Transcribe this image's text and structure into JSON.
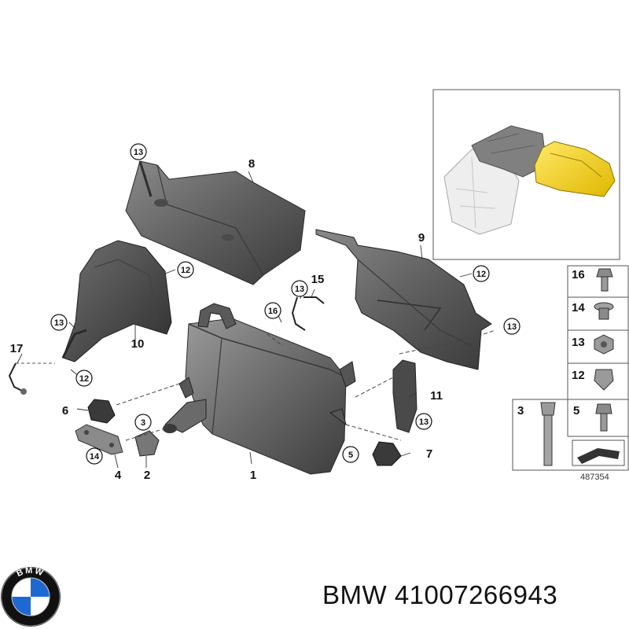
{
  "diagram": {
    "part_labels": {
      "p1": "1",
      "p2": "2",
      "p3": "3",
      "p4": "4",
      "p5": "5",
      "p6": "6",
      "p7": "7",
      "p8": "8",
      "p9": "9",
      "p10": "10",
      "p11": "11",
      "p12": "12",
      "p13": "13",
      "p14": "14",
      "p15": "15",
      "p16": "16",
      "p17": "17"
    },
    "fastener_panel": {
      "items": [
        "16",
        "14",
        "13",
        "12",
        "3",
        "5"
      ]
    },
    "reference_number": "487354"
  },
  "caption": {
    "brand": "BMW",
    "part_number": "41007266943",
    "full": "BMW 41007266943"
  },
  "logo": {
    "brand": "BMW",
    "colors": {
      "blue": "#1c69d4",
      "black": "#111111",
      "white": "#ffffff"
    }
  }
}
